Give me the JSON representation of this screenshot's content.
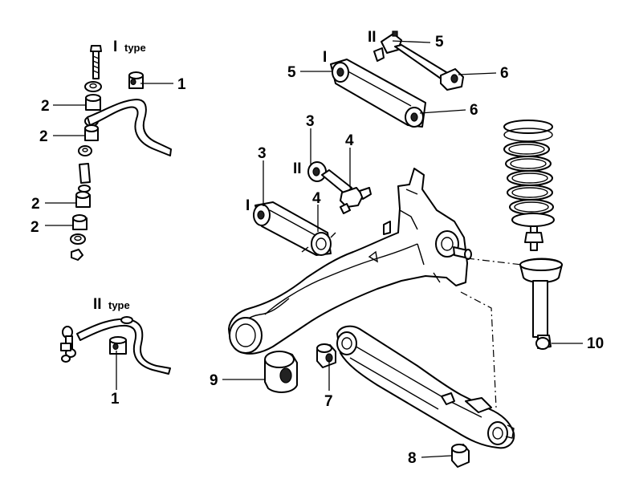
{
  "diagram": {
    "groups": {
      "stabilizer_type_1": {
        "roman": "I",
        "word": "type"
      },
      "stabilizer_type_2": {
        "roman": "II",
        "word": "type"
      }
    },
    "callouts": {
      "stab1_bushing": "1",
      "stab1_cushion_a": "2",
      "stab1_cushion_b": "2",
      "stab1_cushion_c": "2",
      "stab1_cushion_d": "2",
      "stab2_bushing": "1",
      "upper_link_type1_inner": "5",
      "upper_link_type1_outer": "6",
      "upper_link_type2_inner": "5",
      "upper_link_type2_outer": "6",
      "upper_link_type1_marker": "I",
      "upper_link_type2_marker": "II",
      "trailing_link_type2_front": "3",
      "trailing_link_type2_rear": "4",
      "trailing_link_type2_marker": "II",
      "trailing_link_type1_front": "3",
      "trailing_link_type1_rear": "4",
      "trailing_link_type1_marker": "I",
      "arm_front_bushing": "9",
      "lower_arm_inner_bushing": "7",
      "lower_arm_outer_bushing": "8",
      "shock_lower_bushing": "10"
    }
  }
}
